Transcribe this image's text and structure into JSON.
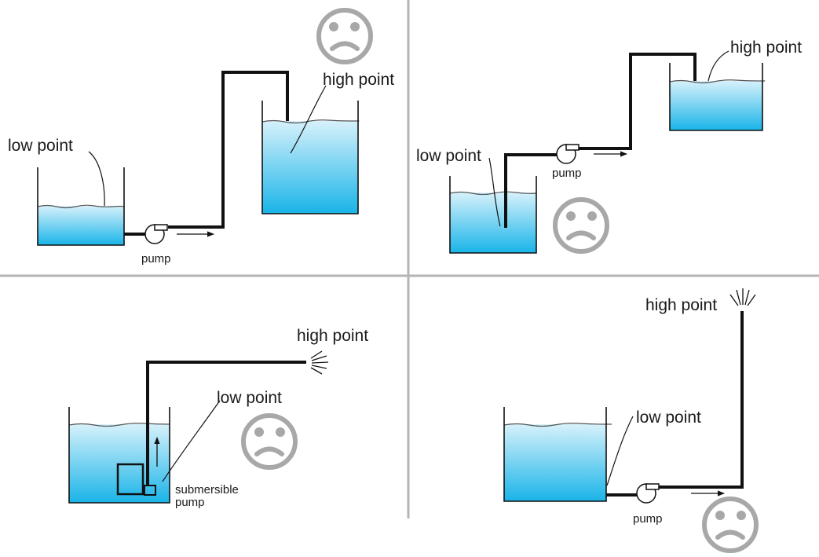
{
  "labels": {
    "low_point": "low point",
    "high_point": "high point",
    "pump": "pump",
    "submersible_line1": "submersible",
    "submersible_line2": "pump"
  },
  "colors": {
    "water_top": "#d6f1fb",
    "water_bottom": "#19b4e8",
    "divider": "#b5b5b5",
    "face": "#a8a8a8"
  },
  "icons": {
    "face": "sad-face-icon",
    "pump": "centrifugal-pump-icon",
    "flow": "flow-arrow-icon",
    "spray": "water-spray-icon"
  }
}
